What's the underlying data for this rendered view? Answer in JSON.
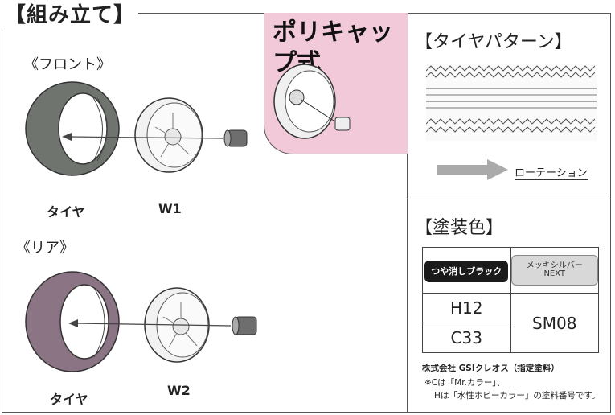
{
  "assembly": {
    "title": "【組み立て】",
    "front_label": "《フロント》",
    "rear_label": "《リア》",
    "tire_label_front": "タイヤ",
    "wheel_label_front": "W1",
    "tire_label_rear": "タイヤ",
    "wheel_label_rear": "W2"
  },
  "polycap": {
    "text": "ポリキャップ式"
  },
  "tire_pattern": {
    "title": "【タイヤパターン】",
    "rotation_label": "ローテーション"
  },
  "paint": {
    "title": "【塗装色】",
    "col1_header": "つや消しブラック",
    "col2_header": "メッキシルバーNEXT",
    "col1_code1": "H12",
    "col1_code2": "C33",
    "col2_code": "SM08",
    "maker": "株式会社 GSIクレオス（指定塗料）",
    "note_line1": "※Cは「Mr.カラー」、",
    "note_line2": "Hは「水性ホビーカラー」の塗料番号です。"
  },
  "colors": {
    "front_tire": "#6f746f",
    "rear_tire": "#8b7585",
    "polycap_bg": "#f2c9d9",
    "wheel": "#f2f2f2"
  }
}
